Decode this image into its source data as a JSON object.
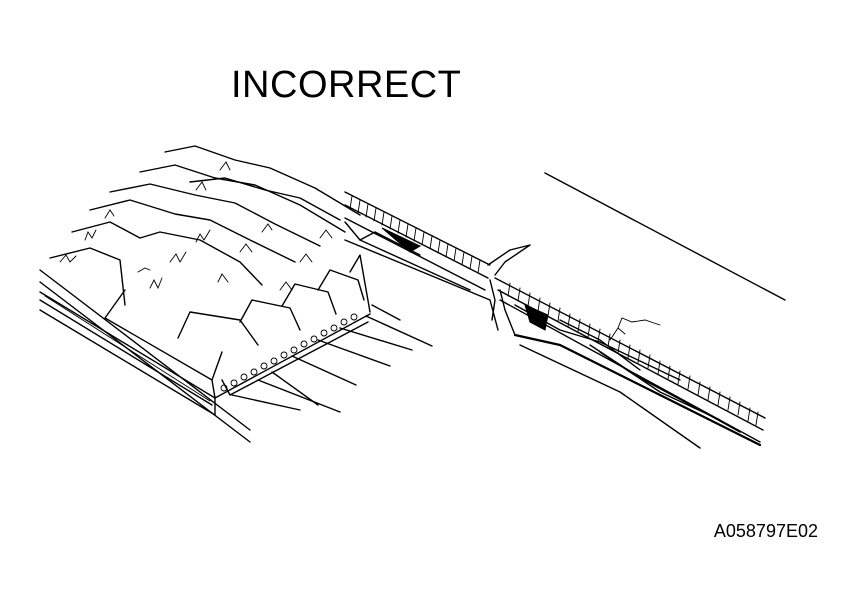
{
  "figure": {
    "title": "INCORRECT",
    "reference_code": "A058797E02",
    "illustrations": [
      {
        "name": "cracked-ribbed-belt-view",
        "icon": "cracked-belt-ribs-drawing"
      },
      {
        "name": "belt-cross-section-crack-view",
        "icon": "belt-cross-section-crack-drawing"
      }
    ]
  }
}
